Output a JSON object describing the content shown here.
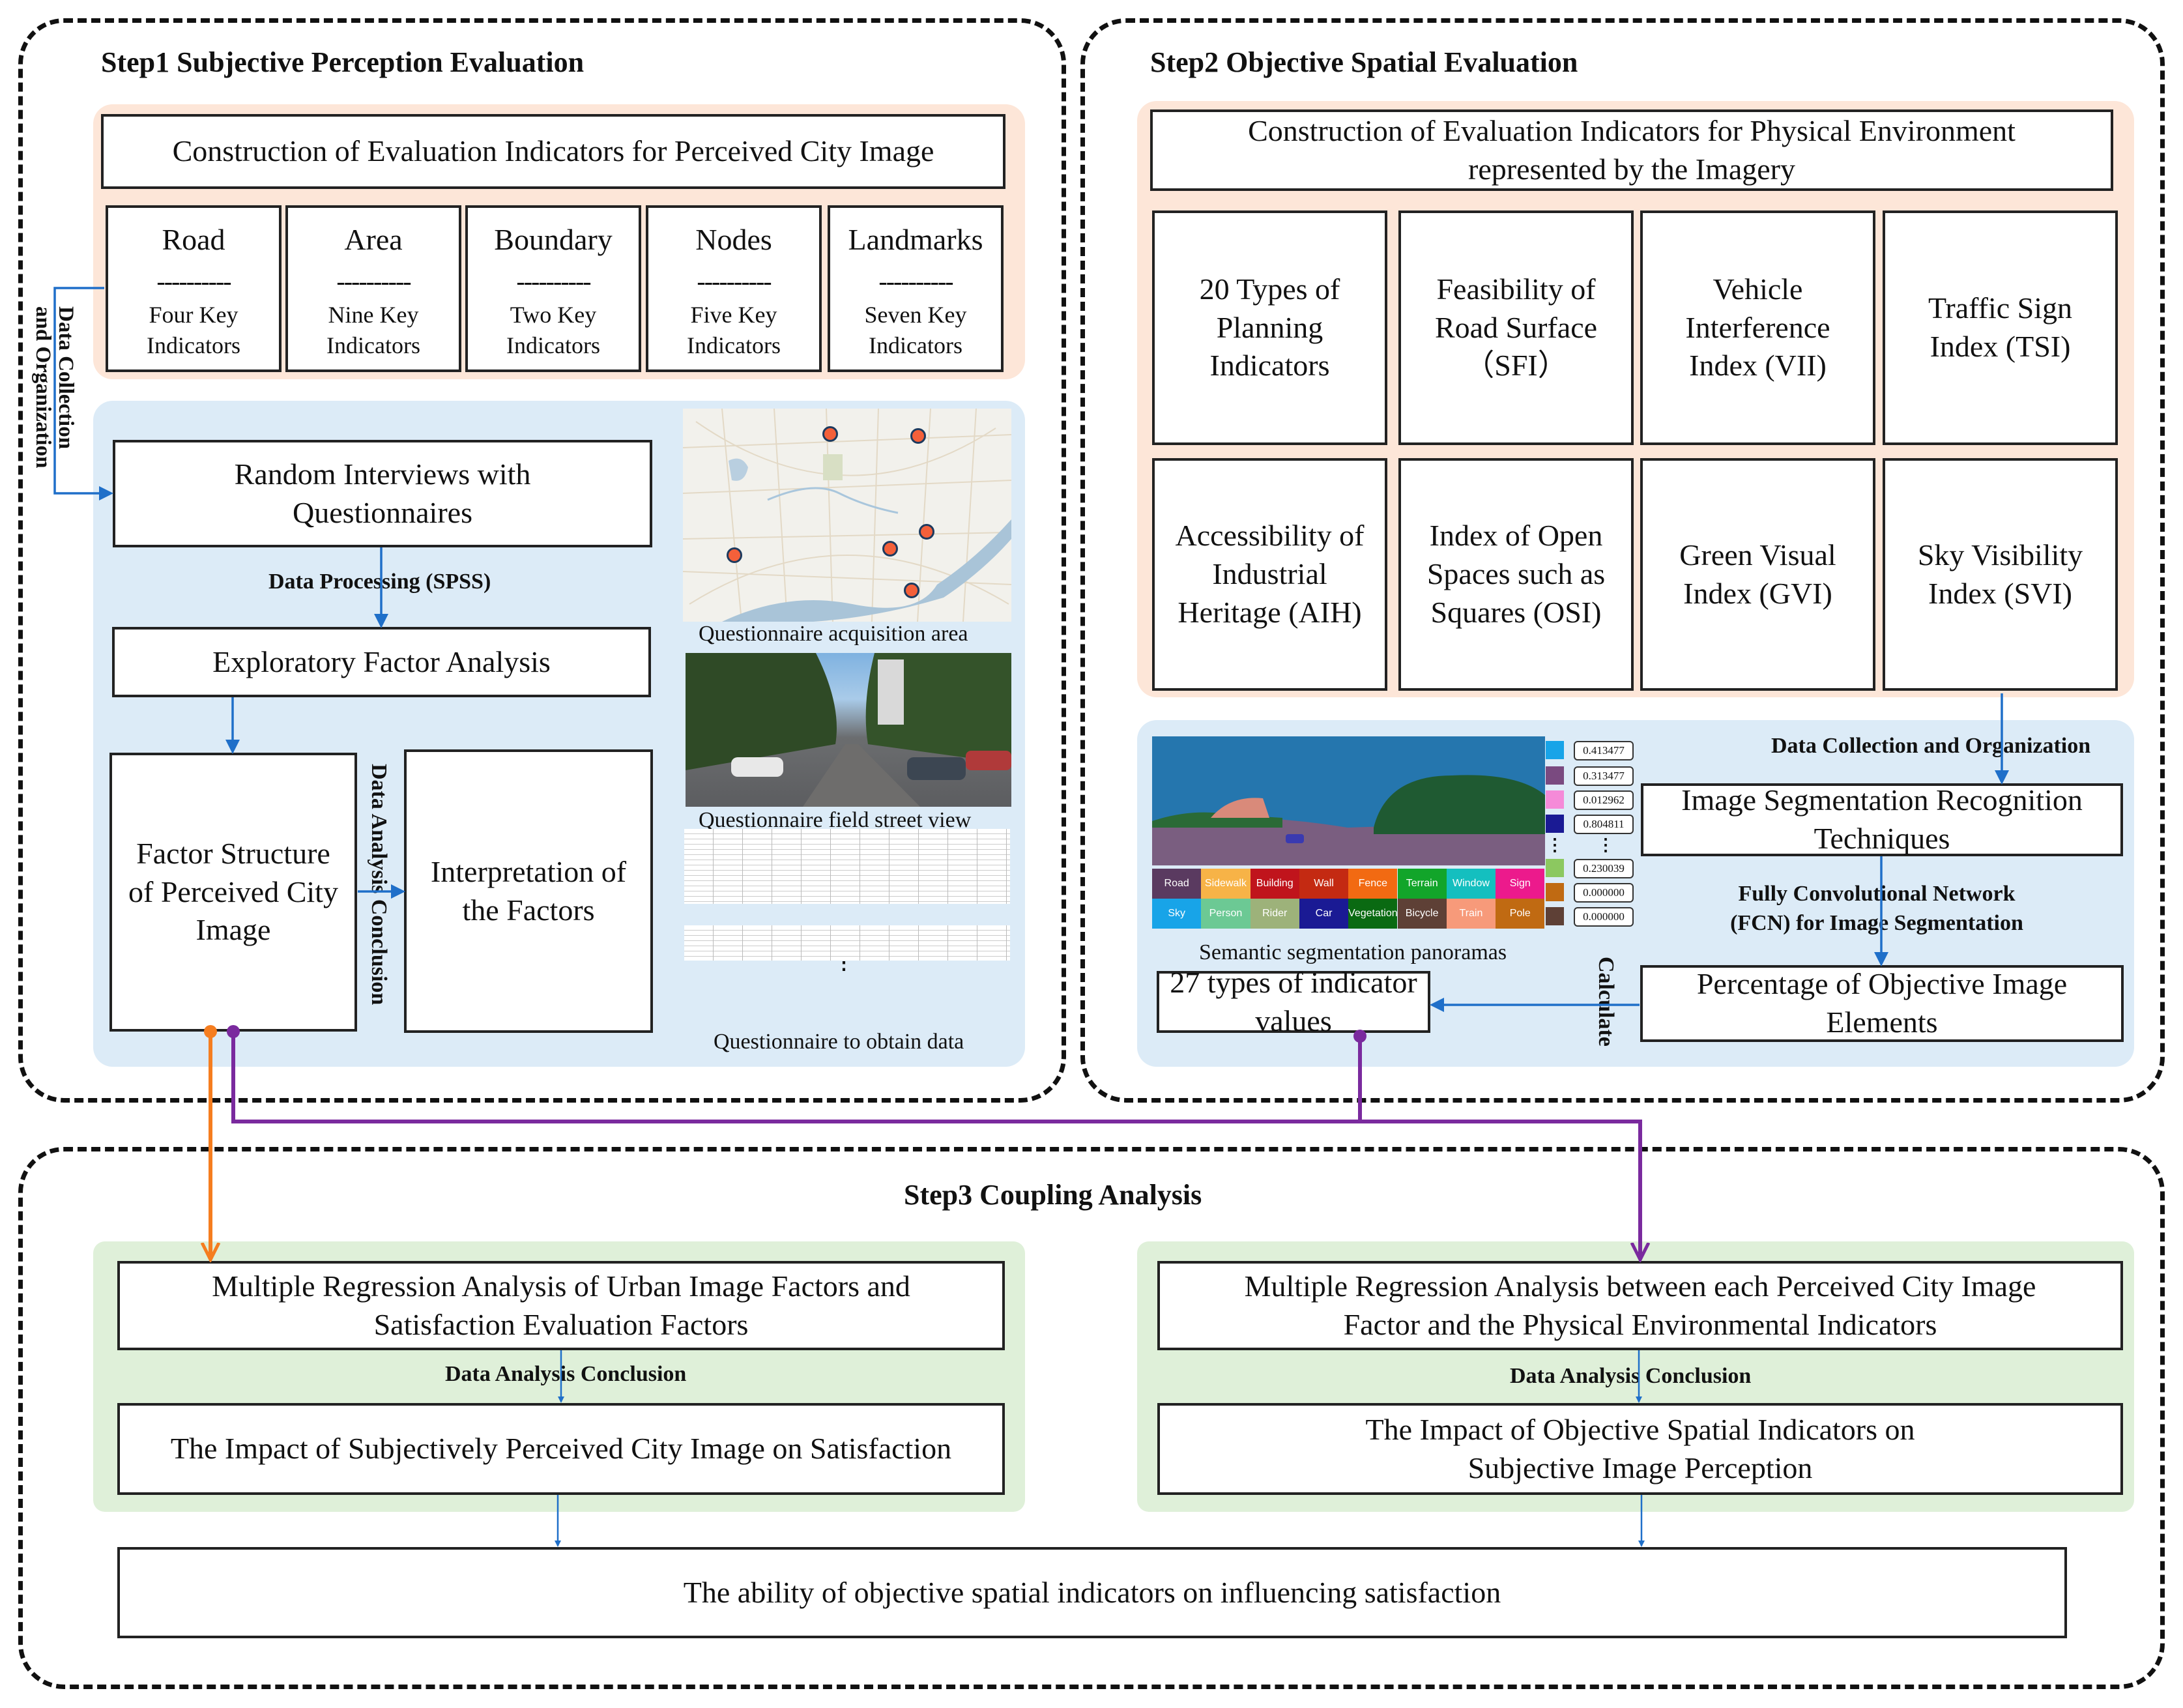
{
  "step1": {
    "title": "Step1 Subjective Perception Evaluation",
    "indicator_header": "Construction of Evaluation Indicators for Perceived City Image",
    "indicators": [
      {
        "name": "Road",
        "divider": "----------",
        "sub1": "Four Key",
        "sub2": "Indicators"
      },
      {
        "name": "Area",
        "divider": "----------",
        "sub1": "Nine Key",
        "sub2": "Indicators"
      },
      {
        "name": "Boundary",
        "divider": "----------",
        "sub1": "Two Key",
        "sub2": "Indicators"
      },
      {
        "name": "Nodes",
        "divider": "----------",
        "sub1": "Five  Key",
        "sub2": "Indicators"
      },
      {
        "name": "Landmarks",
        "divider": "----------",
        "sub1": "Seven Key",
        "sub2": "Indicators"
      }
    ],
    "side_label_line1": "Data Collection",
    "side_label_line2": "and Organization",
    "interviews": "Random Interviews with Questionnaires",
    "processing_label": "Data Processing (SPSS)",
    "efa": "Exploratory Factor Analysis",
    "factor_structure": "Factor Structure of  Perceived City Image",
    "analysis_label": "Data Analysis Conclusion",
    "interpretation": "Interpretation of the Factors",
    "captions": {
      "map": "Questionnaire acquisition area",
      "street": "Questionnaire field street view",
      "sheet": "Questionnaire to obtain data"
    },
    "ellipsis": "⋮"
  },
  "step2": {
    "title": "Step2 Objective Spatial Evaluation",
    "indicator_header": "Construction of Evaluation Indicators for Physical Environment represented by the Imagery",
    "indicators": [
      "20 Types of Planning Indicators",
      "Feasibility of Road Surface （SFI）",
      "Vehicle Interference Index (VII)",
      "Traffic Sign Index (TSI)",
      "Accessibility of Industrial Heritage (AIH)",
      "Index of Open Spaces such as Squares (OSI)",
      "Green Visual Index (GVI)",
      "Sky Visibility Index (SVI)"
    ],
    "collection_label": "Data Collection and Organization",
    "segmentation": "Image Segmentation Recognition Techniques",
    "fcn_label_line1": "Fully Convolutional Network",
    "fcn_label_line2": "(FCN) for Image Segmentation",
    "percentage": "Percentage of Objective Image Elements",
    "calculate_label": "Calculate",
    "indicator_values": "27 types of indicator values",
    "panorama_caption": "Semantic segmentation panoramas",
    "legend": [
      {
        "label": "Road",
        "color": "#5a3a60"
      },
      {
        "label": "Sidewalk",
        "color": "#f7b347"
      },
      {
        "label": "Building",
        "color": "#c0141c"
      },
      {
        "label": "Wall",
        "color": "#c42a12"
      },
      {
        "label": "Fence",
        "color": "#f26a12"
      },
      {
        "label": "Terrain",
        "color": "#12a52a"
      },
      {
        "label": "Window",
        "color": "#14bfbf"
      },
      {
        "label": "Sign",
        "color": "#ec1a8c"
      },
      {
        "label": "Sky",
        "color": "#18a4e8"
      },
      {
        "label": "Person",
        "color": "#6cc994"
      },
      {
        "label": "Rider",
        "color": "#9db27a"
      },
      {
        "label": "Car",
        "color": "#1a1a94"
      },
      {
        "label": "Vegetation",
        "color": "#0a6a12"
      },
      {
        "label": "Bicycle",
        "color": "#5e4036"
      },
      {
        "label": "Train",
        "color": "#f79a7a"
      },
      {
        "label": "Pole",
        "color": "#c06a12"
      }
    ],
    "values": [
      {
        "color": "#18a4e8",
        "value": "0.413477"
      },
      {
        "color": "#7a4a80",
        "value": "0.313477"
      },
      {
        "color": "#f58ad8",
        "value": "0.012962"
      },
      {
        "color": "#1a1a94",
        "value": "0.804811"
      },
      {
        "color": "#8cc860",
        "value": "0.230039"
      },
      {
        "color": "#c06a12",
        "value": "0.000000"
      },
      {
        "color": "#5e4036",
        "value": "0.000000"
      }
    ],
    "ellipsis": "⋮"
  },
  "step3": {
    "title": "Step3 Coupling Analysis",
    "left_top": "Multiple Regression Analysis of Urban Image Factors and Satisfaction Evaluation Factors",
    "left_label": "Data Analysis Conclusion",
    "left_bottom": "The Impact of Subjectively Perceived City Image on Satisfaction",
    "right_top": "Multiple Regression Analysis between each Perceived City Image Factor and the Physical Environmental Indicators",
    "right_label": "Data Analysis Conclusion",
    "right_bottom": "The Impact of Objective Spatial Indicators on Subjective Image Perception",
    "final": "The ability of objective spatial indicators on influencing satisfaction"
  },
  "colors": {
    "arrow_blue": "#1f6fc9",
    "connector_orange": "#f57d1f",
    "connector_purple": "#7a2a9e",
    "panel_peach": "#fde6d8",
    "panel_blue": "#dcebf7",
    "panel_green": "#dff0d9",
    "map_marker": "#f4603a"
  }
}
